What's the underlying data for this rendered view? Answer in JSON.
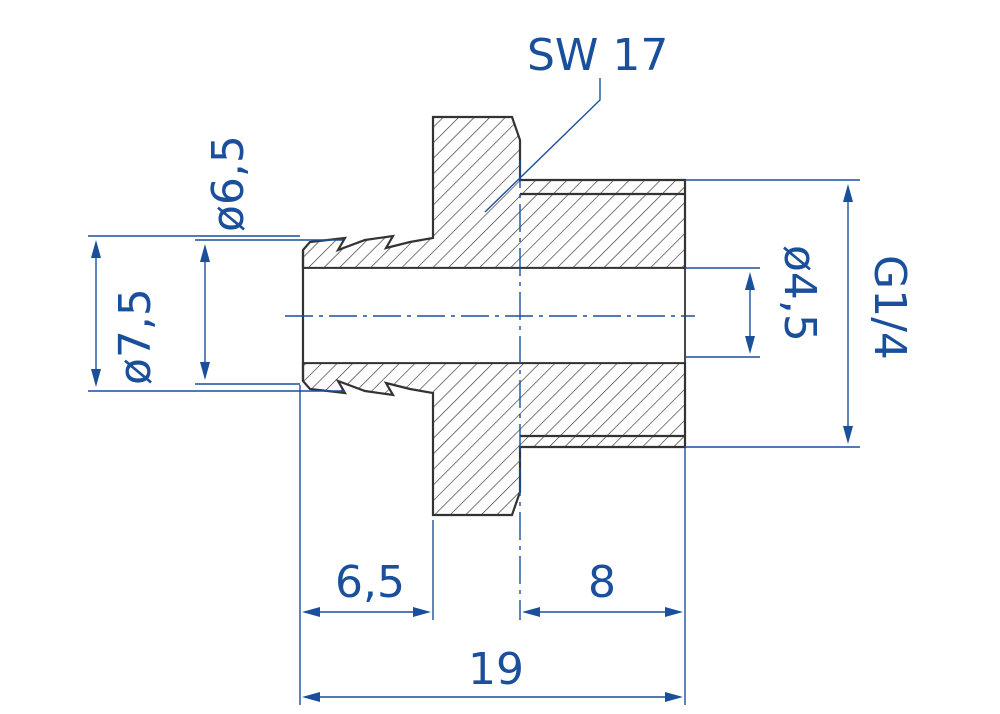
{
  "drawing": {
    "part": "hose barb fitting",
    "dimensions": {
      "wrench_size": "SW 17",
      "barb_outer_diameter": "ø6,5",
      "barb_tip_diameter": "ø7,5",
      "bore_diameter": "ø4,5",
      "thread": "G1/4",
      "barb_length": "6,5",
      "thread_length": "8",
      "overall_length": "19"
    }
  }
}
